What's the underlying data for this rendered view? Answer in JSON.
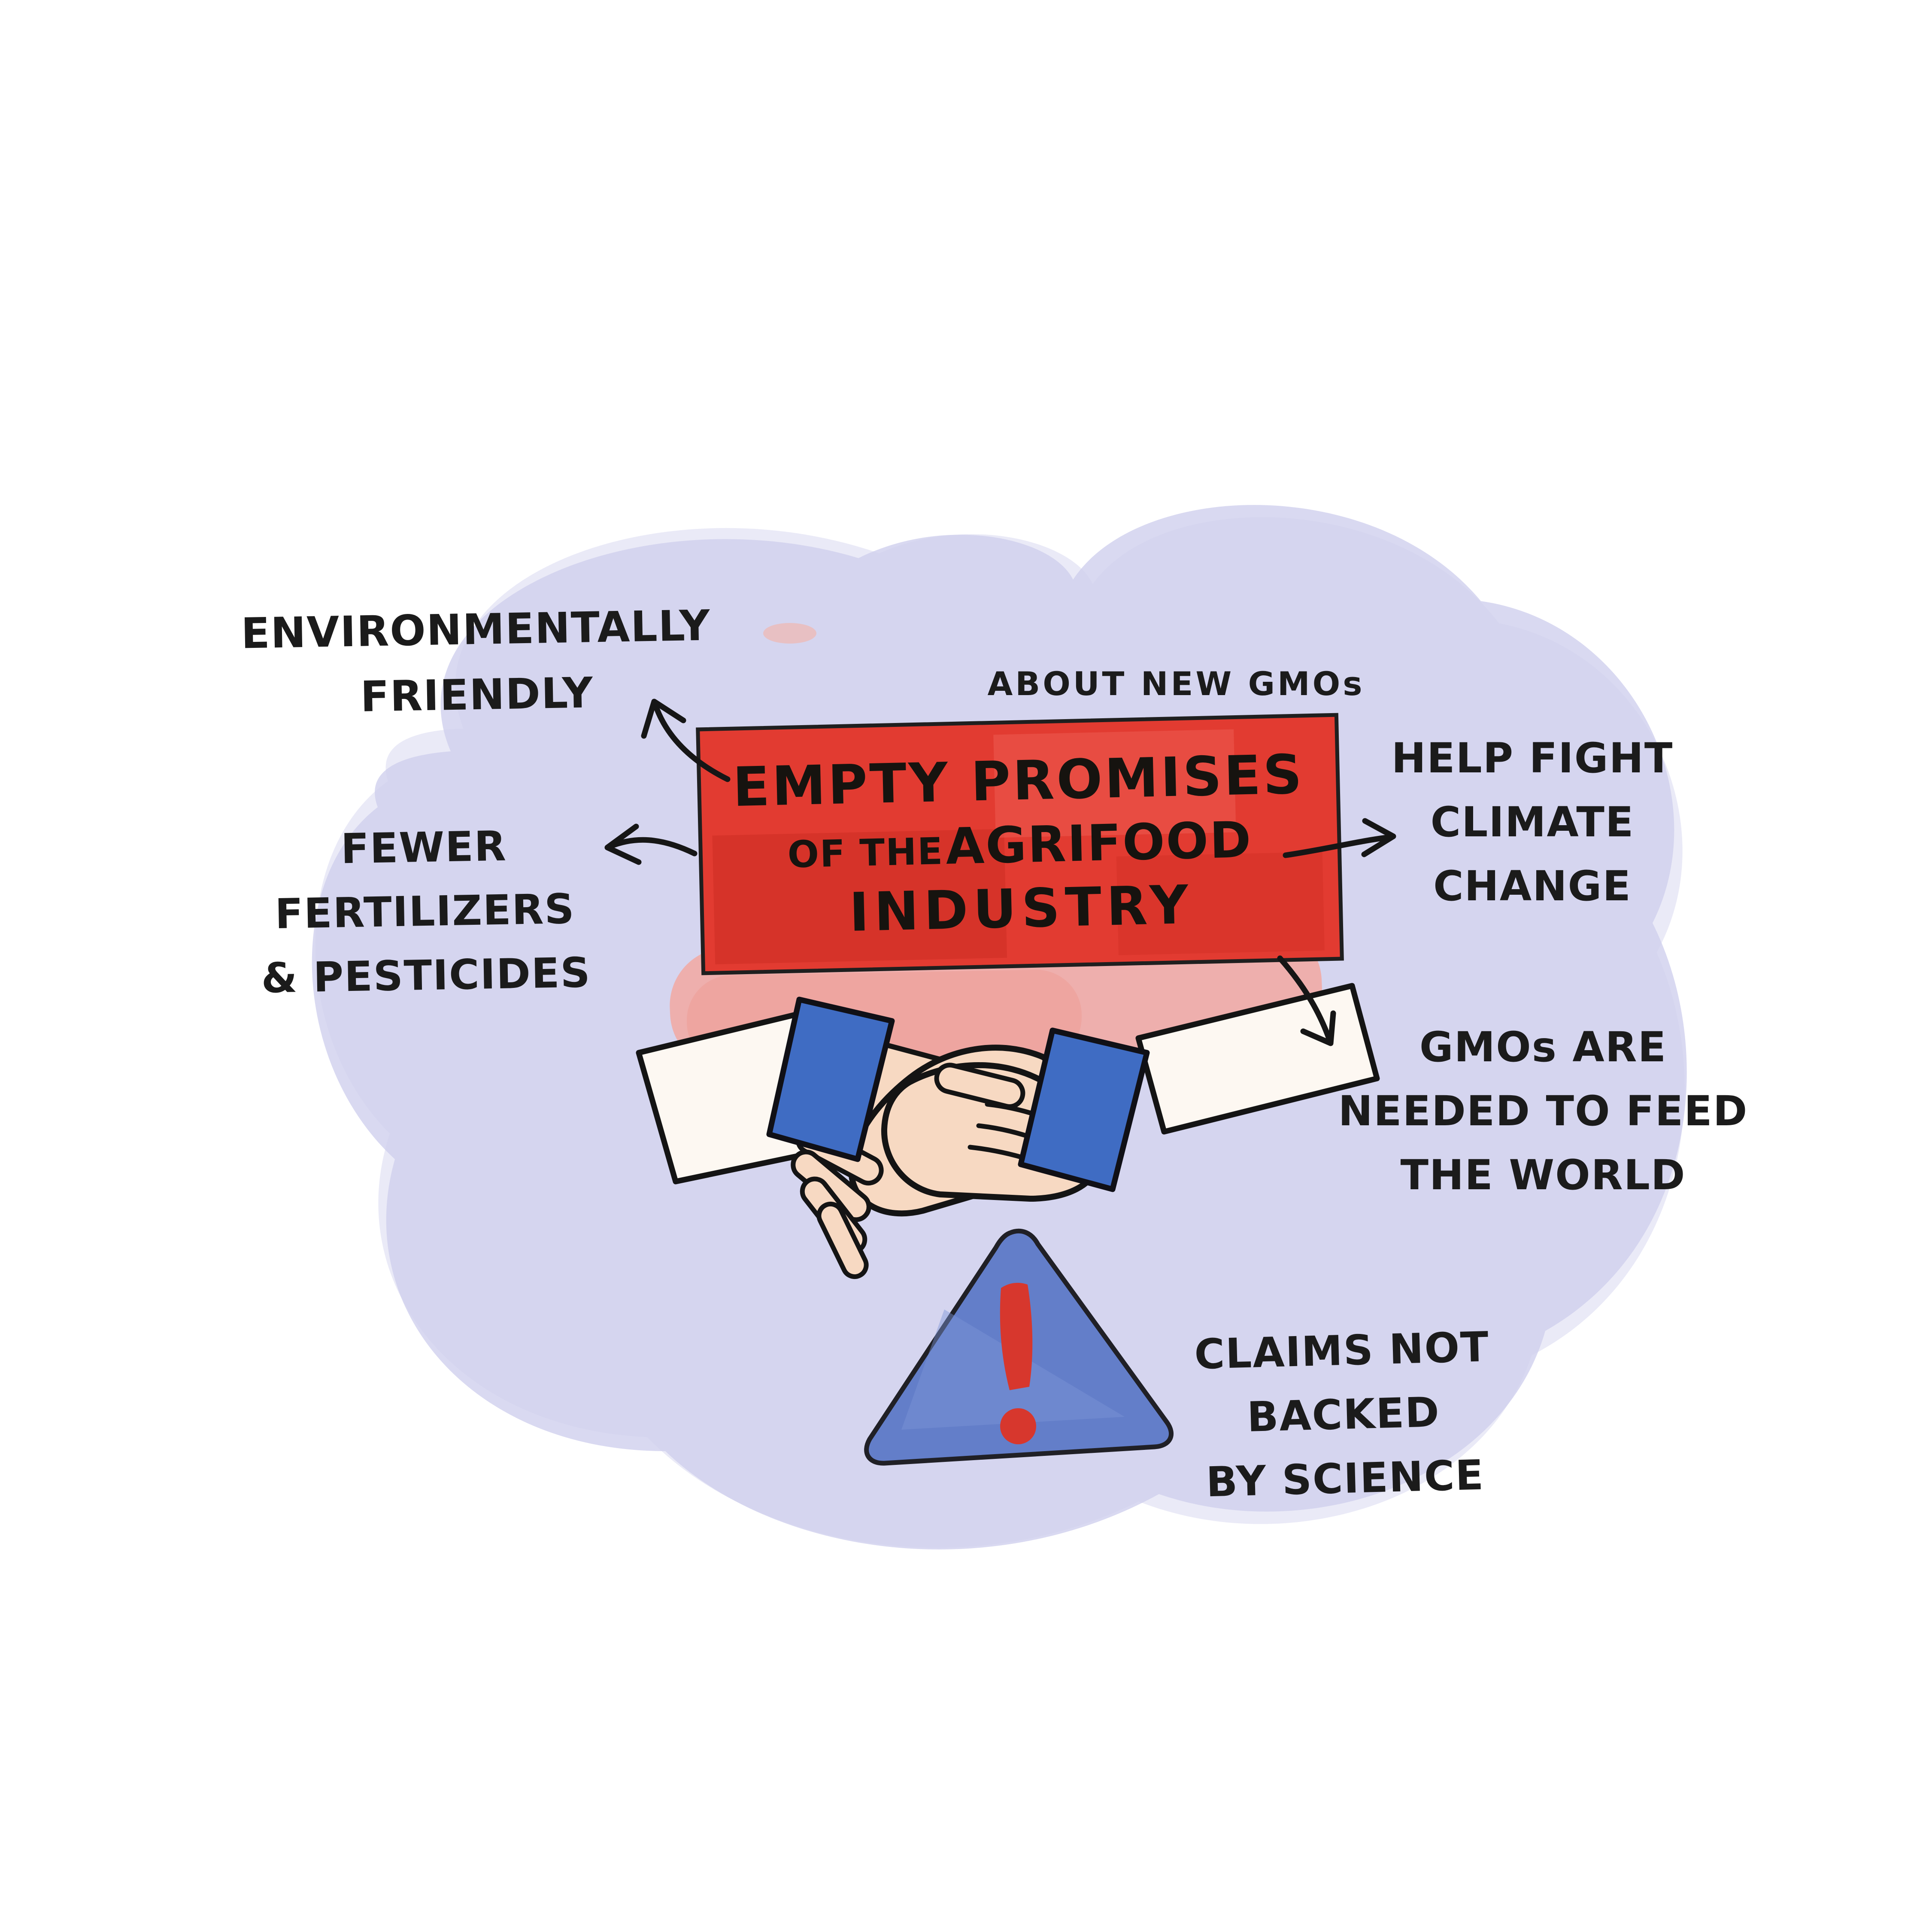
{
  "illustration": {
    "title_banner": {
      "kicker": "ABOUT NEW GMOs",
      "line1": "EMPTY PROMISES",
      "line2_small": "OF THE",
      "line2_big": "AGRIFOOD",
      "line3": "INDUSTRY"
    },
    "claims": [
      {
        "id": "environmentally-friendly",
        "lines": [
          "ENVIRONMENTALLY",
          "FRIENDLY"
        ]
      },
      {
        "id": "fewer-fertilizers-pesticides",
        "lines": [
          "FEWER",
          "FERTILIZERS",
          "& PESTICIDES"
        ]
      },
      {
        "id": "help-fight-climate-change",
        "lines": [
          "HELP FIGHT",
          "CLIMATE",
          "CHANGE"
        ]
      },
      {
        "id": "gmos-needed-to-feed-world",
        "lines": [
          "GMOs ARE",
          "NEEDED TO FEED",
          "THE WORLD"
        ]
      },
      {
        "id": "claims-not-backed-by-science",
        "lines": [
          "CLAIMS NOT",
          "BACKED",
          "BY SCIENCE"
        ]
      }
    ],
    "arrows": [
      {
        "from": "title-banner",
        "to": "environmentally-friendly"
      },
      {
        "from": "title-banner",
        "to": "fewer-fertilizers-pesticides"
      },
      {
        "from": "title-banner",
        "to": "help-fight-climate-change"
      },
      {
        "from": "title-banner",
        "to": "gmos-needed-to-feed-world"
      }
    ],
    "colors": {
      "background": "#ffffff",
      "blob_purple": "#d9d9f1",
      "banner_red": "#e23b31",
      "pink_stroke": "#f2a8a1",
      "skin": "#f7d9c2",
      "sleeve_white": "#fdf8f2",
      "cuff_blue": "#3f6cc3",
      "triangle_blue": "#5d7ac8",
      "exclamation_red": "#d7372d",
      "ink": "#1b1b1b"
    }
  }
}
